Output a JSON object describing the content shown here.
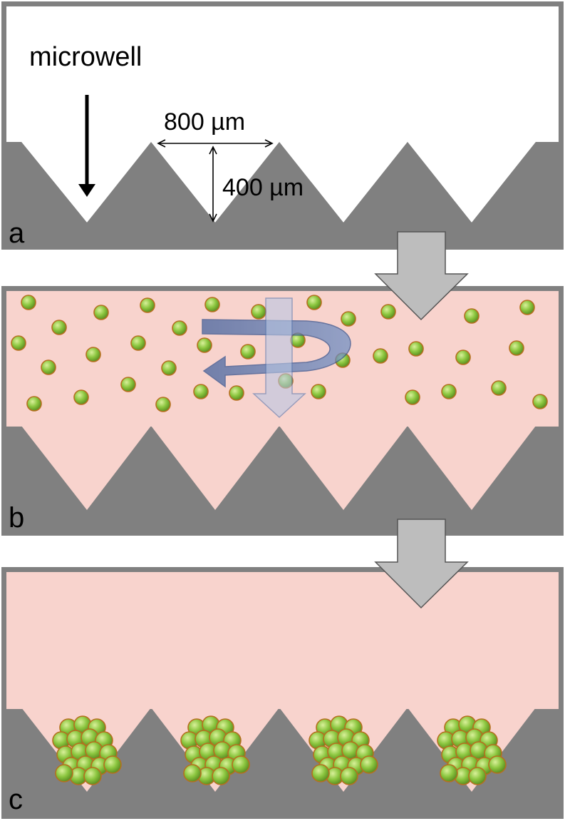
{
  "colors": {
    "wall": "#808080",
    "medium": "#f8d3cd",
    "cell_fill": "#8bc63f",
    "cell_edge": "#b5701f",
    "step_arrow": "#bdbdbd",
    "swirl": "#4f6fa8"
  },
  "panel_a": {
    "label": "a",
    "microwell_label": "microwell",
    "width_label": "800 µm",
    "depth_label": "400 µm"
  },
  "panel_b": {
    "label": "b",
    "icons": [
      "rotation-icon",
      "settle-down-arrow-icon"
    ]
  },
  "panel_c": {
    "label": "c"
  },
  "icons": [
    "step-arrow-icon",
    "cell-sphere-icon",
    "spheroid-icon"
  ]
}
